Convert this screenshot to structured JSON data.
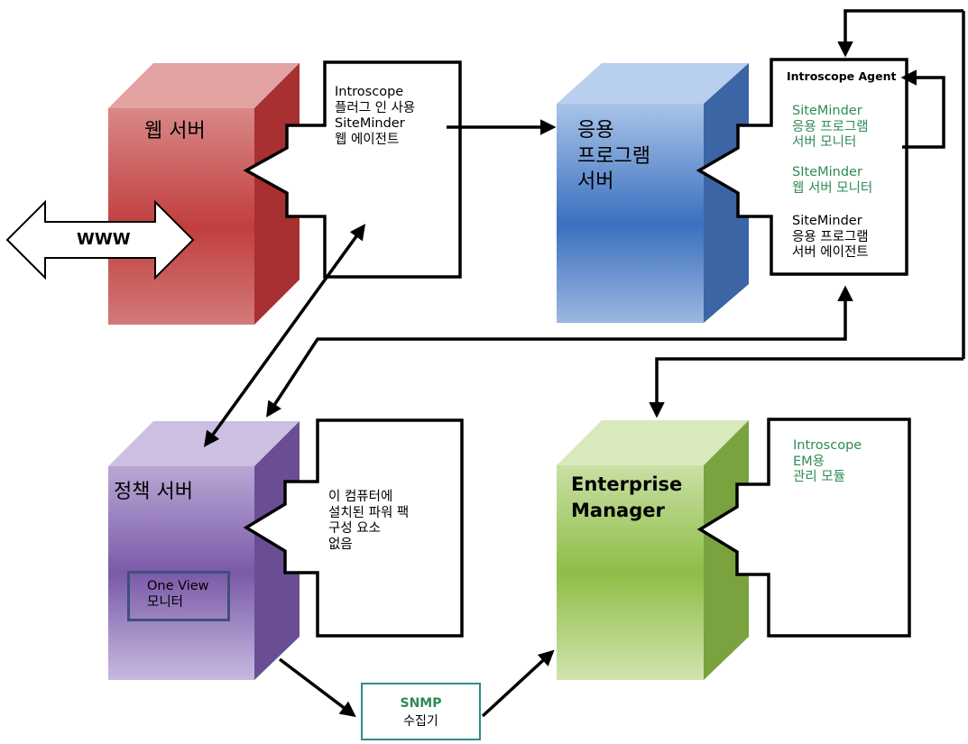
{
  "web_server": {
    "title": "웹 서버"
  },
  "www": {
    "label": "WWW"
  },
  "web_plugin": {
    "lines": [
      "Introscope",
      "플러그 인 사용",
      "SiteMinder",
      "웹 에이전트"
    ]
  },
  "app_server": {
    "title_lines": [
      "응용",
      "프로그램",
      "서버"
    ]
  },
  "agent_panel": {
    "title": "Introscope Agent",
    "app_monitor": [
      "SiteMinder",
      "응용 프로그램",
      "서버 모니터"
    ],
    "web_monitor": [
      "SIteMinder",
      "웹 서버 모니터"
    ],
    "app_agent": [
      "SiteMinder",
      "응용 프로그램",
      "서버 에이전트"
    ]
  },
  "policy_server": {
    "title": "정책 서버",
    "no_pack": [
      "이 컴퓨터에",
      "설치된 파워 팩",
      "구성 요소",
      "없음"
    ]
  },
  "one_view": {
    "lines": [
      "One View",
      "모니터"
    ]
  },
  "enterprise_manager": {
    "title_lines": [
      "Enterprise",
      "Manager"
    ],
    "module": [
      "Introscope",
      "EM용",
      "관리 모듈"
    ]
  },
  "snmp": {
    "lines": [
      "SNMP",
      "수집기"
    ]
  },
  "colors": {
    "web_server": "#c94a4a",
    "app_server": "#4a7cc4",
    "policy_server": "#7e62a8",
    "enterprise_manager": "#9cc45a",
    "green_text": "#2e8b57"
  }
}
